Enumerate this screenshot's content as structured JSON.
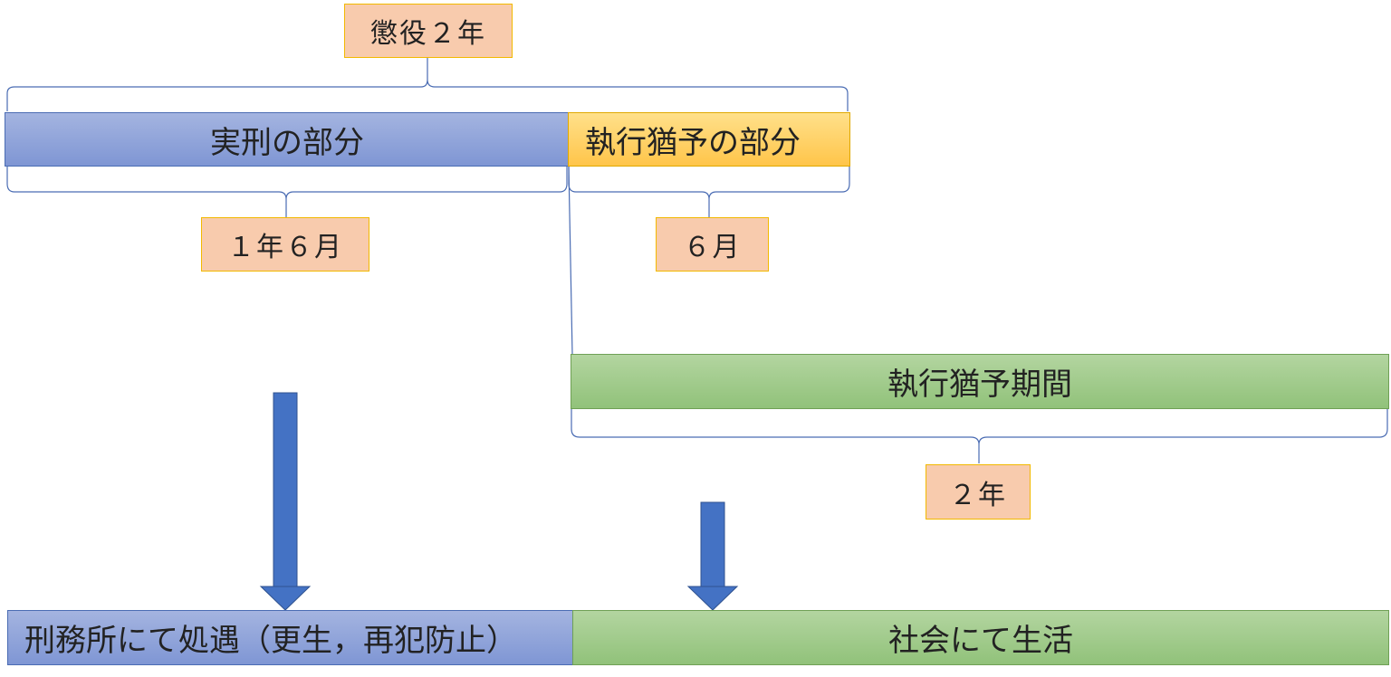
{
  "sentence": {
    "label": "懲役２年"
  },
  "actual_part": {
    "label": "実刑の部分",
    "duration": "１年６月"
  },
  "suspended_part": {
    "label": "執行猶予の部分",
    "duration": "６月"
  },
  "probation_period": {
    "label": "執行猶予期間",
    "duration": "２年"
  },
  "outcomes": {
    "prison": "刑務所にて処遇（更生，再犯防止）",
    "society": "社会にて生活"
  },
  "colors": {
    "label_fill": "#f8cbad",
    "blue_bar": "#8ea2d9",
    "yellow_bar": "#ffd166",
    "green_bar": "#a6cd92",
    "arrow": "#4472c4",
    "bracket": "#4a6cb3"
  }
}
